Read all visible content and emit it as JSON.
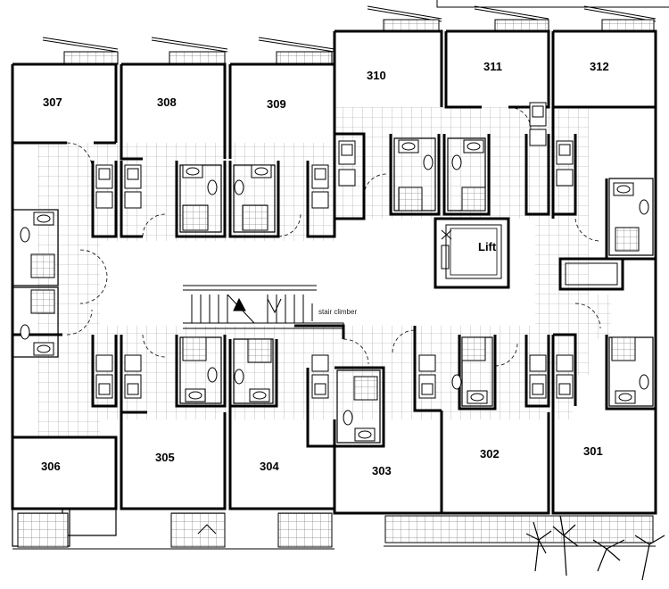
{
  "units": {
    "u301": "301",
    "u302": "302",
    "u303": "303",
    "u304": "304",
    "u305": "305",
    "u306": "306",
    "u307": "307",
    "u308": "308",
    "u309": "309",
    "u310": "310",
    "u311": "311",
    "u312": "312"
  },
  "lift_label": "Lift",
  "stair_label": "stair climber",
  "colors": {
    "wall": "#000000",
    "tile_line": "#9a9a9a",
    "fixture": "#000000",
    "background": "#ffffff"
  }
}
